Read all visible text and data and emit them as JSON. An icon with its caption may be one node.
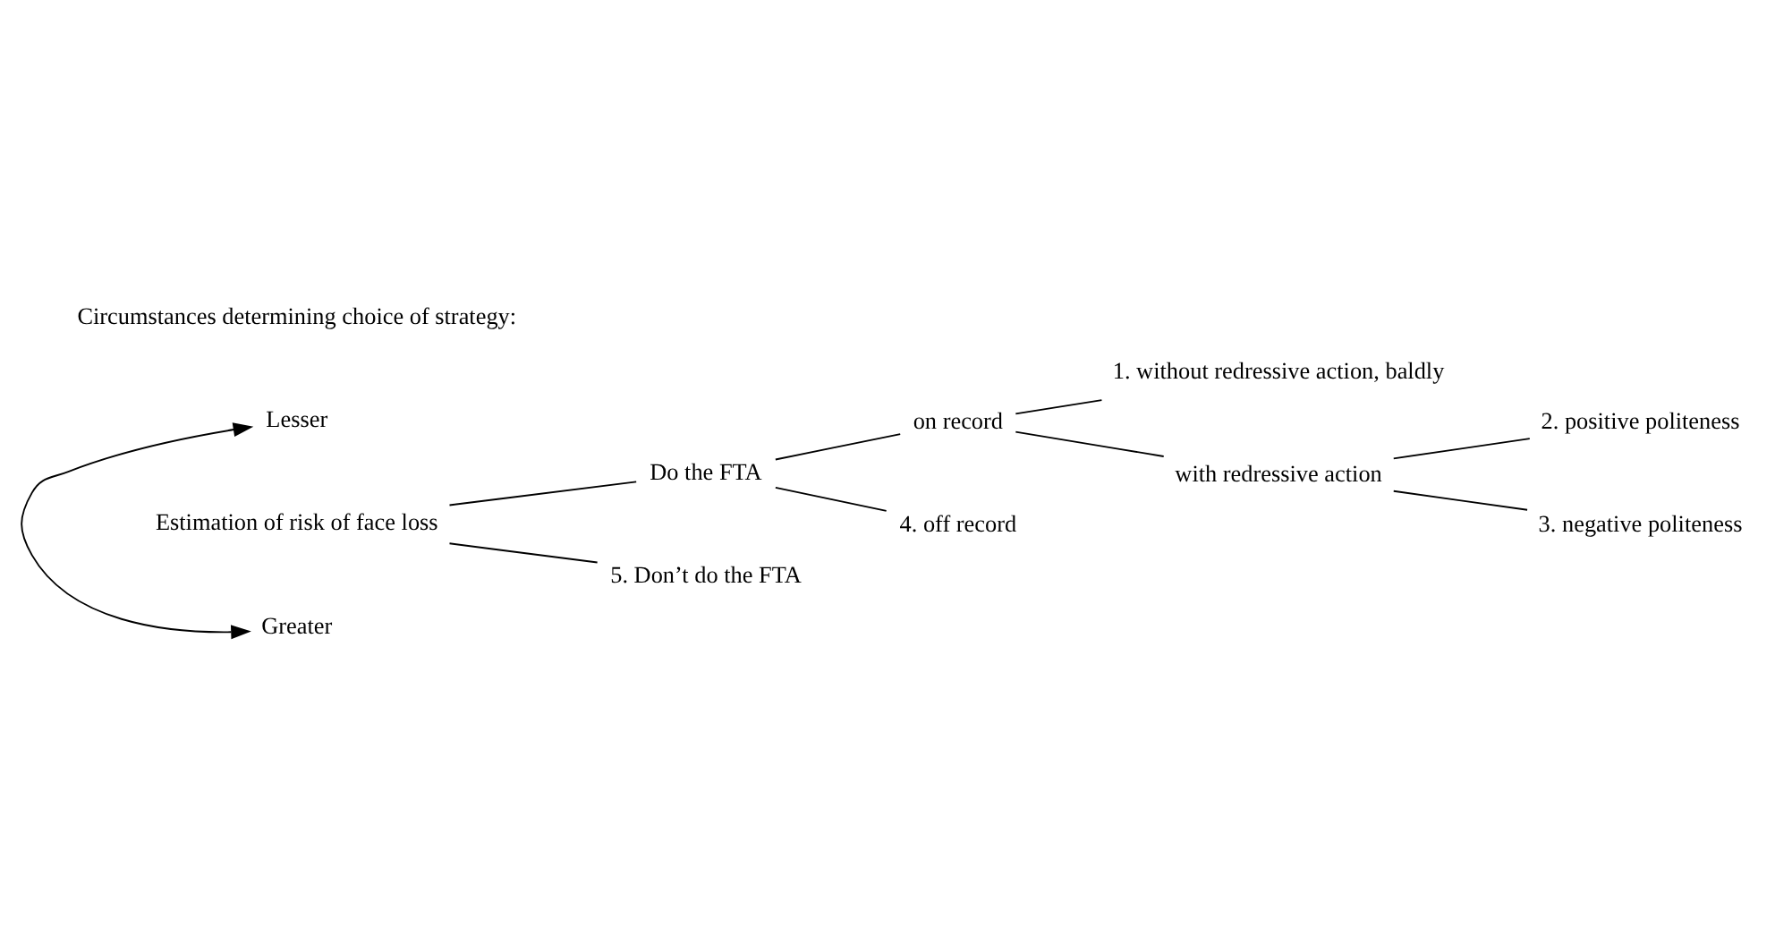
{
  "diagram": {
    "nodes": [
      {
        "text": [
          "Lesser"
        ]
      },
      {
        "text": [
          "Estimation of risk of face loss"
        ]
      },
      {
        "text": [
          "Do the FTA"
        ]
      },
      {
        "text": [
          "on record"
        ]
      },
      {
        "text": [
          "1. without redressive action, baldly"
        ]
      },
      {
        "text": [
          "with redressive action"
        ]
      },
      {
        "text": [
          "2. positive politeness"
        ]
      },
      {
        "text": [
          "3. negative politeness"
        ]
      },
      {
        "text": [
          "4. off record"
        ]
      },
      {
        "text": [
          "5. Don’t do the FTA"
        ]
      },
      {
        "text": [
          "Greater"
        ]
      }
    ],
    "edges": [
      {
        "from": 0,
        "to": 10,
        "arrow": "both"
      },
      {
        "from": 1,
        "to": 2,
        "arrow": "none"
      },
      {
        "from": 1,
        "to": 9,
        "arrow": "none"
      },
      {
        "from": 2,
        "to": 3,
        "arrow": "none"
      },
      {
        "from": 2,
        "to": 8,
        "arrow": "none"
      },
      {
        "from": 3,
        "to": 4,
        "arrow": "none"
      },
      {
        "from": 3,
        "to": 5,
        "arrow": "none"
      },
      {
        "from": 5,
        "to": 6,
        "arrow": "none"
      },
      {
        "from": 5,
        "to": 7,
        "arrow": "none"
      }
    ],
    "labels": [
      "Circumstances determining choice of strategy:"
    ]
  }
}
